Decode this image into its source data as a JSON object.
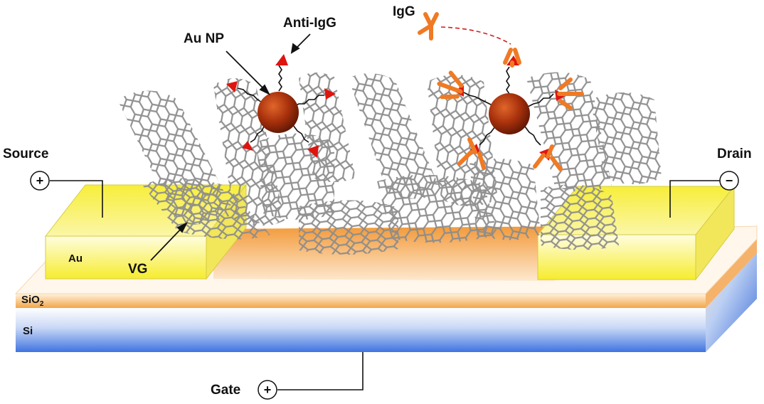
{
  "labels": {
    "source": "Source",
    "drain": "Drain",
    "gate": "Gate",
    "au_np": "Au NP",
    "anti_igg": "Anti-IgG",
    "igg": "IgG",
    "vg": "VG",
    "au": "Au",
    "sio2_base": "SiO",
    "sio2_sub": "2",
    "si": "Si"
  },
  "terminals": {
    "source_sign": "+",
    "drain_sign": "−",
    "gate_sign": "+"
  },
  "colors": {
    "si_top": "#ffffff",
    "si_bottom": "#3f73e0",
    "sio2": "#f3a54a",
    "channel": "#f39a3a",
    "electrode": "#f6e92a",
    "graphene": "#8c8c8c",
    "nanoparticle": "#9b2a0a",
    "anti_igg": "#e0140e",
    "igg": "#f07a24"
  }
}
